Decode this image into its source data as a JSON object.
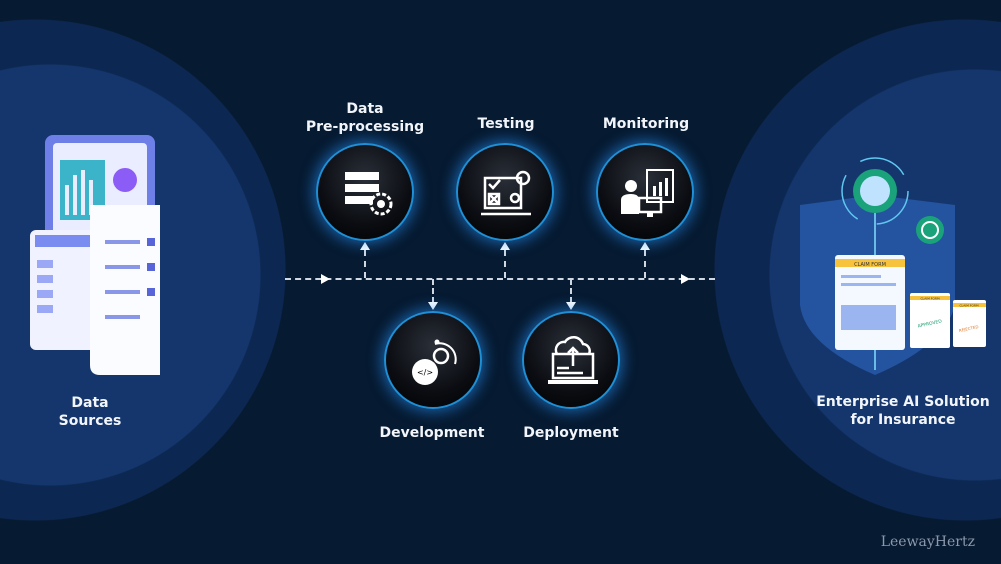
{
  "source": {
    "label_line1": "Data",
    "label_line2": "Sources"
  },
  "target": {
    "label_line1": "Enterprise AI Solution",
    "label_line2": "for Insurance",
    "forms": {
      "main": "CLAIM FORM",
      "small1": "CLAIM FORM",
      "small2": "CLAIM FORM",
      "stamp_approved": "APPROVED",
      "stamp_rejected": "REJECTED"
    }
  },
  "stages": {
    "preprocessing": {
      "line1": "Data",
      "line2": "Pre-processing",
      "icon": "server-gear-icon"
    },
    "testing": {
      "label": "Testing",
      "icon": "checklist-gear-icon"
    },
    "monitoring": {
      "label": "Monitoring",
      "icon": "person-dashboard-icon"
    },
    "development": {
      "label": "Development",
      "icon": "code-gear-icon"
    },
    "deployment": {
      "label": "Deployment",
      "icon": "cloud-upload-laptop-icon"
    }
  },
  "watermark": "LeewayHertz",
  "colors": {
    "background": "#061a31",
    "circle_outer": "#0d2a55",
    "circle_inner": "#163a74",
    "glow": "#1f8fd6"
  }
}
